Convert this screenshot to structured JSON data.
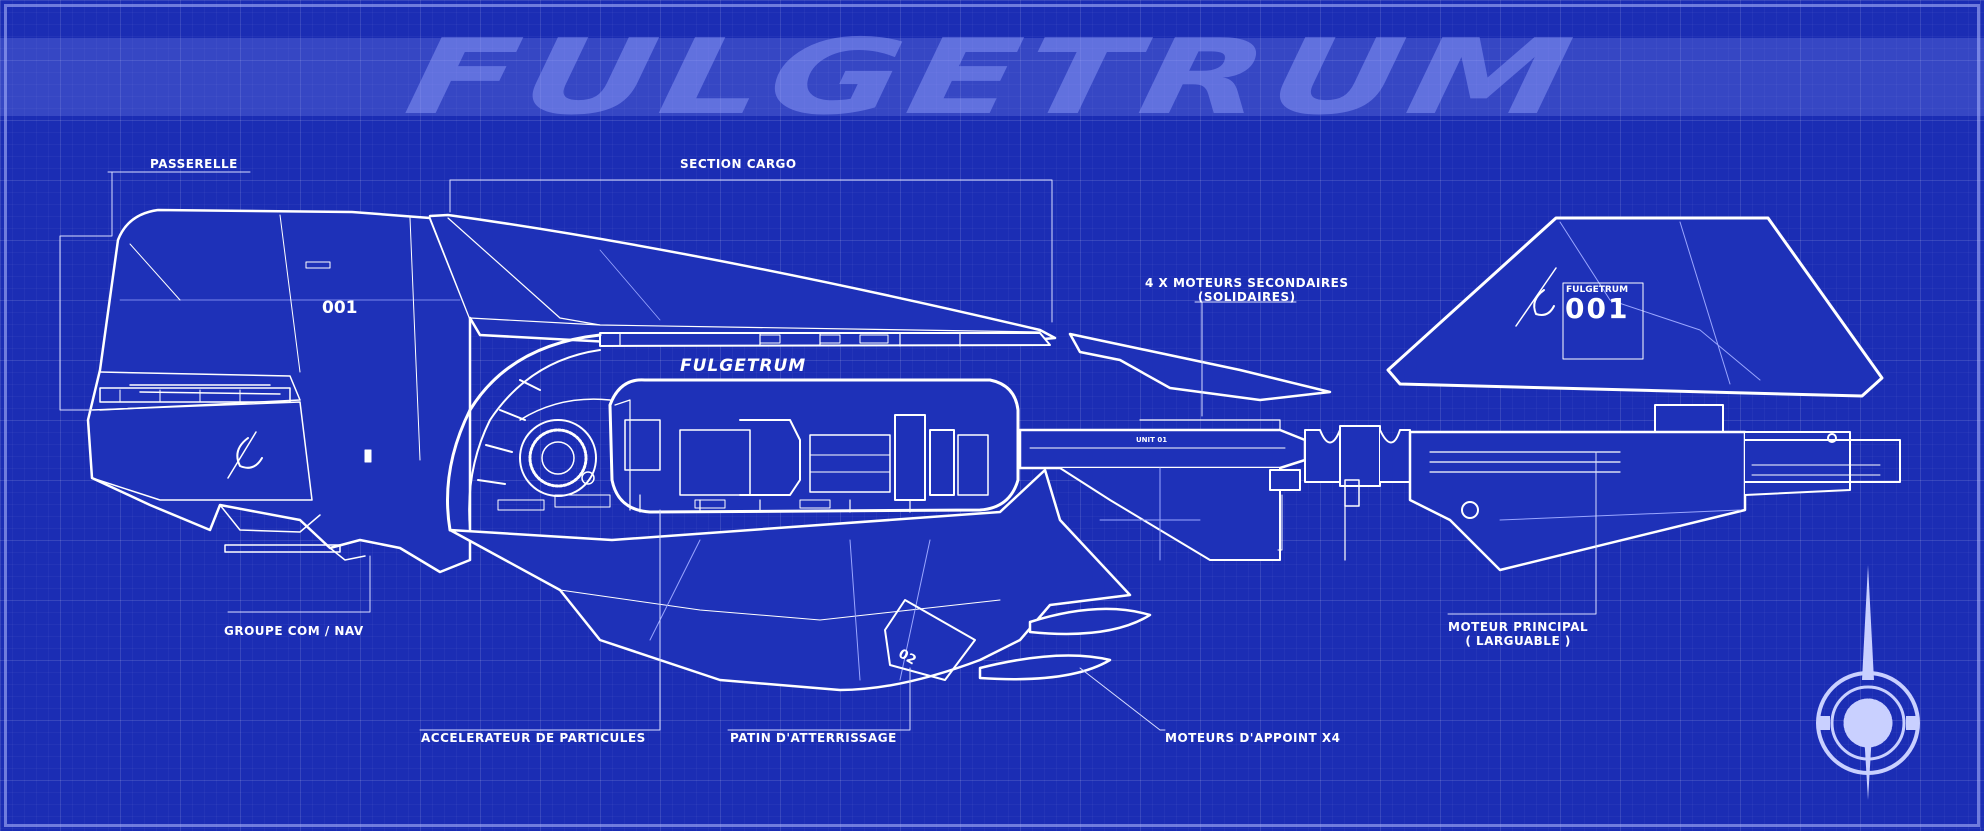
{
  "title": "FULGETRUM",
  "hull": {
    "name": "FULGETRUM",
    "number_cockpit": "001",
    "number_engine": "001",
    "engine_name": "FULGETRUM",
    "unit": "UNIT 01",
    "pad": "02"
  },
  "labels": {
    "passerelle": "PASSERELLE",
    "section_cargo": "SECTION CARGO",
    "moteurs_secondaires_1": "4 X MOTEURS SECONDAIRES",
    "moteurs_secondaires_2": "(SOLIDAIRES)",
    "groupe_com_nav": "GROUPE COM / NAV",
    "accelerateur": "ACCELERATEUR DE PARTICULES",
    "patin": "PATIN D'ATTERRISSAGE",
    "moteurs_appoint": "MOTEURS D'APPOINT X4",
    "moteur_principal_1": "MOTEUR PRINCIPAL",
    "moteur_principal_2": "( LARGUABLE )"
  },
  "colors": {
    "background": "#1b2db4",
    "line": "#ffffff",
    "faint": "#9aa6ff"
  }
}
